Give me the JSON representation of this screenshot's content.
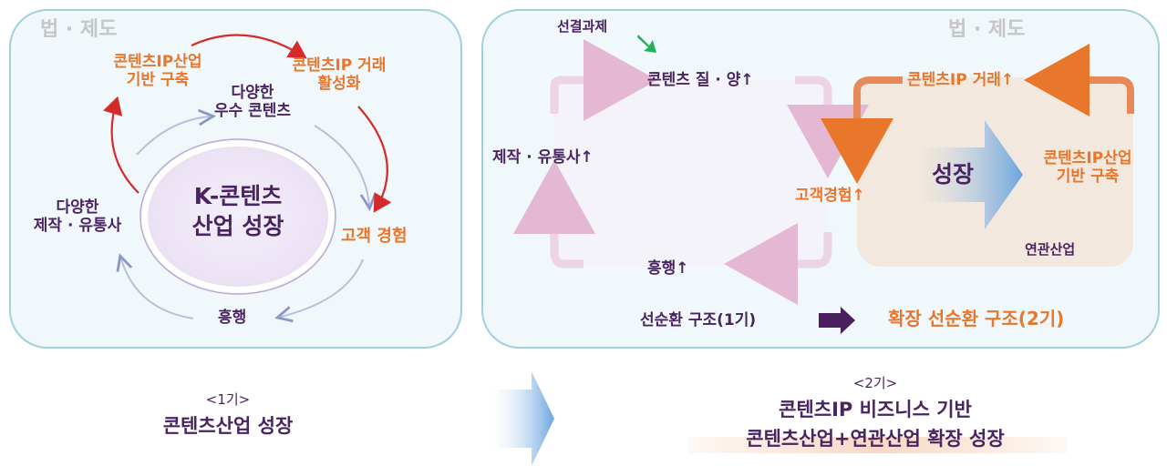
{
  "left_panel": {
    "law_label": "법 · 제도",
    "ip_base": "콘텐츠IP산업\n기반 구축",
    "ip_trade": "콘텐츠IP 거래\n활성화",
    "quality_content": "다양한\n우수 콘텐츠",
    "center": "K-콘텐츠\n산업 성장",
    "producers": "다양한\n제작 · 유통사",
    "customer": "고객 경험",
    "hit": "흥행"
  },
  "right_panel": {
    "law_label": "법 · 제도",
    "task": "선결과제",
    "quality": "콘텐츠 질 · 양↑",
    "producers": "제작 · 유통사↑",
    "customer": "고객경험↑",
    "hit": "흥행↑",
    "ip_trade": "콘텐츠IP 거래↑",
    "growth": "성장",
    "ip_base": "콘텐츠IP산업\n기반 구축",
    "related": "연관산업",
    "cycle1": "선순환 구조(1기)",
    "cycle2": "확장 선순환 구조(2기)"
  },
  "bottom": {
    "phase1_tag": "<1기>",
    "phase1_title": "콘텐츠산업 성장",
    "phase2_tag": "<2기>",
    "phase2_line1": "콘텐츠IP 비즈니스 기반",
    "phase2_line2": "콘텐츠산업+연관산업 확장 성장"
  },
  "colors": {
    "purple": "#4a2461",
    "orange": "#e8762b",
    "red_arrow": "#d42a2a",
    "blue_arrow": "#6ea6dc",
    "green_arrow": "#1fb25a",
    "panel_border": "#9fd0dc"
  }
}
